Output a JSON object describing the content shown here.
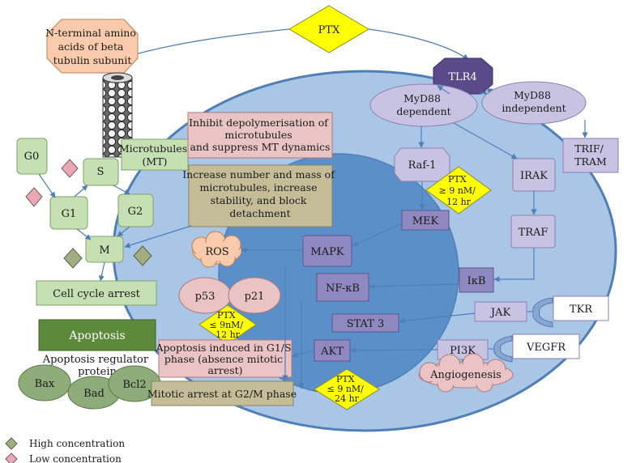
{
  "drug": "PTX",
  "tubulin_note": [
    "N-terminal amino",
    "acids of beta",
    "tubulin subunit"
  ],
  "microtubules_label": [
    "Microtubules",
    "(MT)"
  ],
  "effect_inhibit": [
    "Inhibit depolymerisation of",
    "microtubules",
    "and suppress MT dynamics"
  ],
  "effect_increase": [
    "Increase number and mass of",
    "microtubules, increase",
    "stability, and block",
    "detachment"
  ],
  "cell_cycle": {
    "g0": "G0",
    "s": "S",
    "g1": "G1",
    "g2": "G2",
    "m": "M",
    "arrest": "Cell cycle arrest"
  },
  "apoptosis": {
    "title": "Apoptosis",
    "regulator_label": [
      "Apoptosis regulator",
      "protein"
    ],
    "bax": "Bax",
    "bad": "Bad",
    "bcl2": "Bcl2"
  },
  "ros": "ROS",
  "p53": "p53",
  "p21": "p21",
  "ptx_9nm_12hr": [
    "PTX",
    "≤ 9nM/",
    "12 hr"
  ],
  "apoptosis_g1s": [
    "Apoptosis induced in G1/S",
    "phase (absence mitotic",
    "arrest)"
  ],
  "mitotic_arrest": "Mitotic arrest at G2/M phase",
  "ptx_9nm_24hr": [
    "PTX",
    "≤ 9 nM/",
    "24 hr"
  ],
  "tlr4": "TLR4",
  "myd88_dep": [
    "MyD88",
    "dependent"
  ],
  "myd88_indep": [
    "MyD88",
    "independent"
  ],
  "trif": [
    "TRIF/",
    "TRAM"
  ],
  "raf1": "Raf-1",
  "ptx_ge_9nm": [
    "PTX",
    "≥ 9 nM/",
    "12 hr"
  ],
  "irak": "IRAK",
  "mek": "MEK",
  "traf": "TRAF",
  "mapk": "MAPK",
  "ikb": "IκB",
  "nfkb": "NF-κB",
  "jak": "JAK",
  "tkr": "TKR",
  "stat3": "STAT 3",
  "akt": "AKT",
  "pi3k": "PI3K",
  "vegfr": "VEGFR",
  "angiogenesis": "Angiogenesis",
  "legend": {
    "high": "High concentration",
    "low": "Low concentration",
    "high_color": "#a3ad82",
    "low_color": "#e8a9b4"
  },
  "colors": {
    "cell": "#a9c6e6",
    "nucleus": "#5b8fc9",
    "green_box": "#c6e0b4",
    "pink_box": "#eac4c4",
    "tan_box": "#c4bd97",
    "lavender": "#c9c3e3",
    "ptx_yellow": "#ffff00",
    "apoptosis_header": "#5b8a3a",
    "tlr4": "#5a4a8a"
  }
}
